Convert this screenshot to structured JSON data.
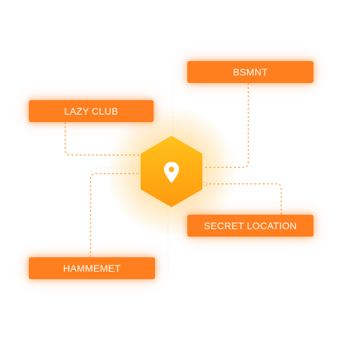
{
  "hub": {
    "icon": "map-pin-icon",
    "fill_top": "#ffc21a",
    "fill_bottom": "#ff9a0f",
    "glow_color": "#ffb020"
  },
  "locations": [
    {
      "id": "bsmnt",
      "label": "BSMNT"
    },
    {
      "id": "lazy",
      "label": "LAZY CLUB"
    },
    {
      "id": "secret",
      "label": "SECRET LOCATION"
    },
    {
      "id": "hammemet",
      "label": "HAMMEMET"
    }
  ],
  "colors": {
    "label_bg": "#ff7f1f",
    "label_text": "#ffffff",
    "connector": "#f59a3a"
  }
}
